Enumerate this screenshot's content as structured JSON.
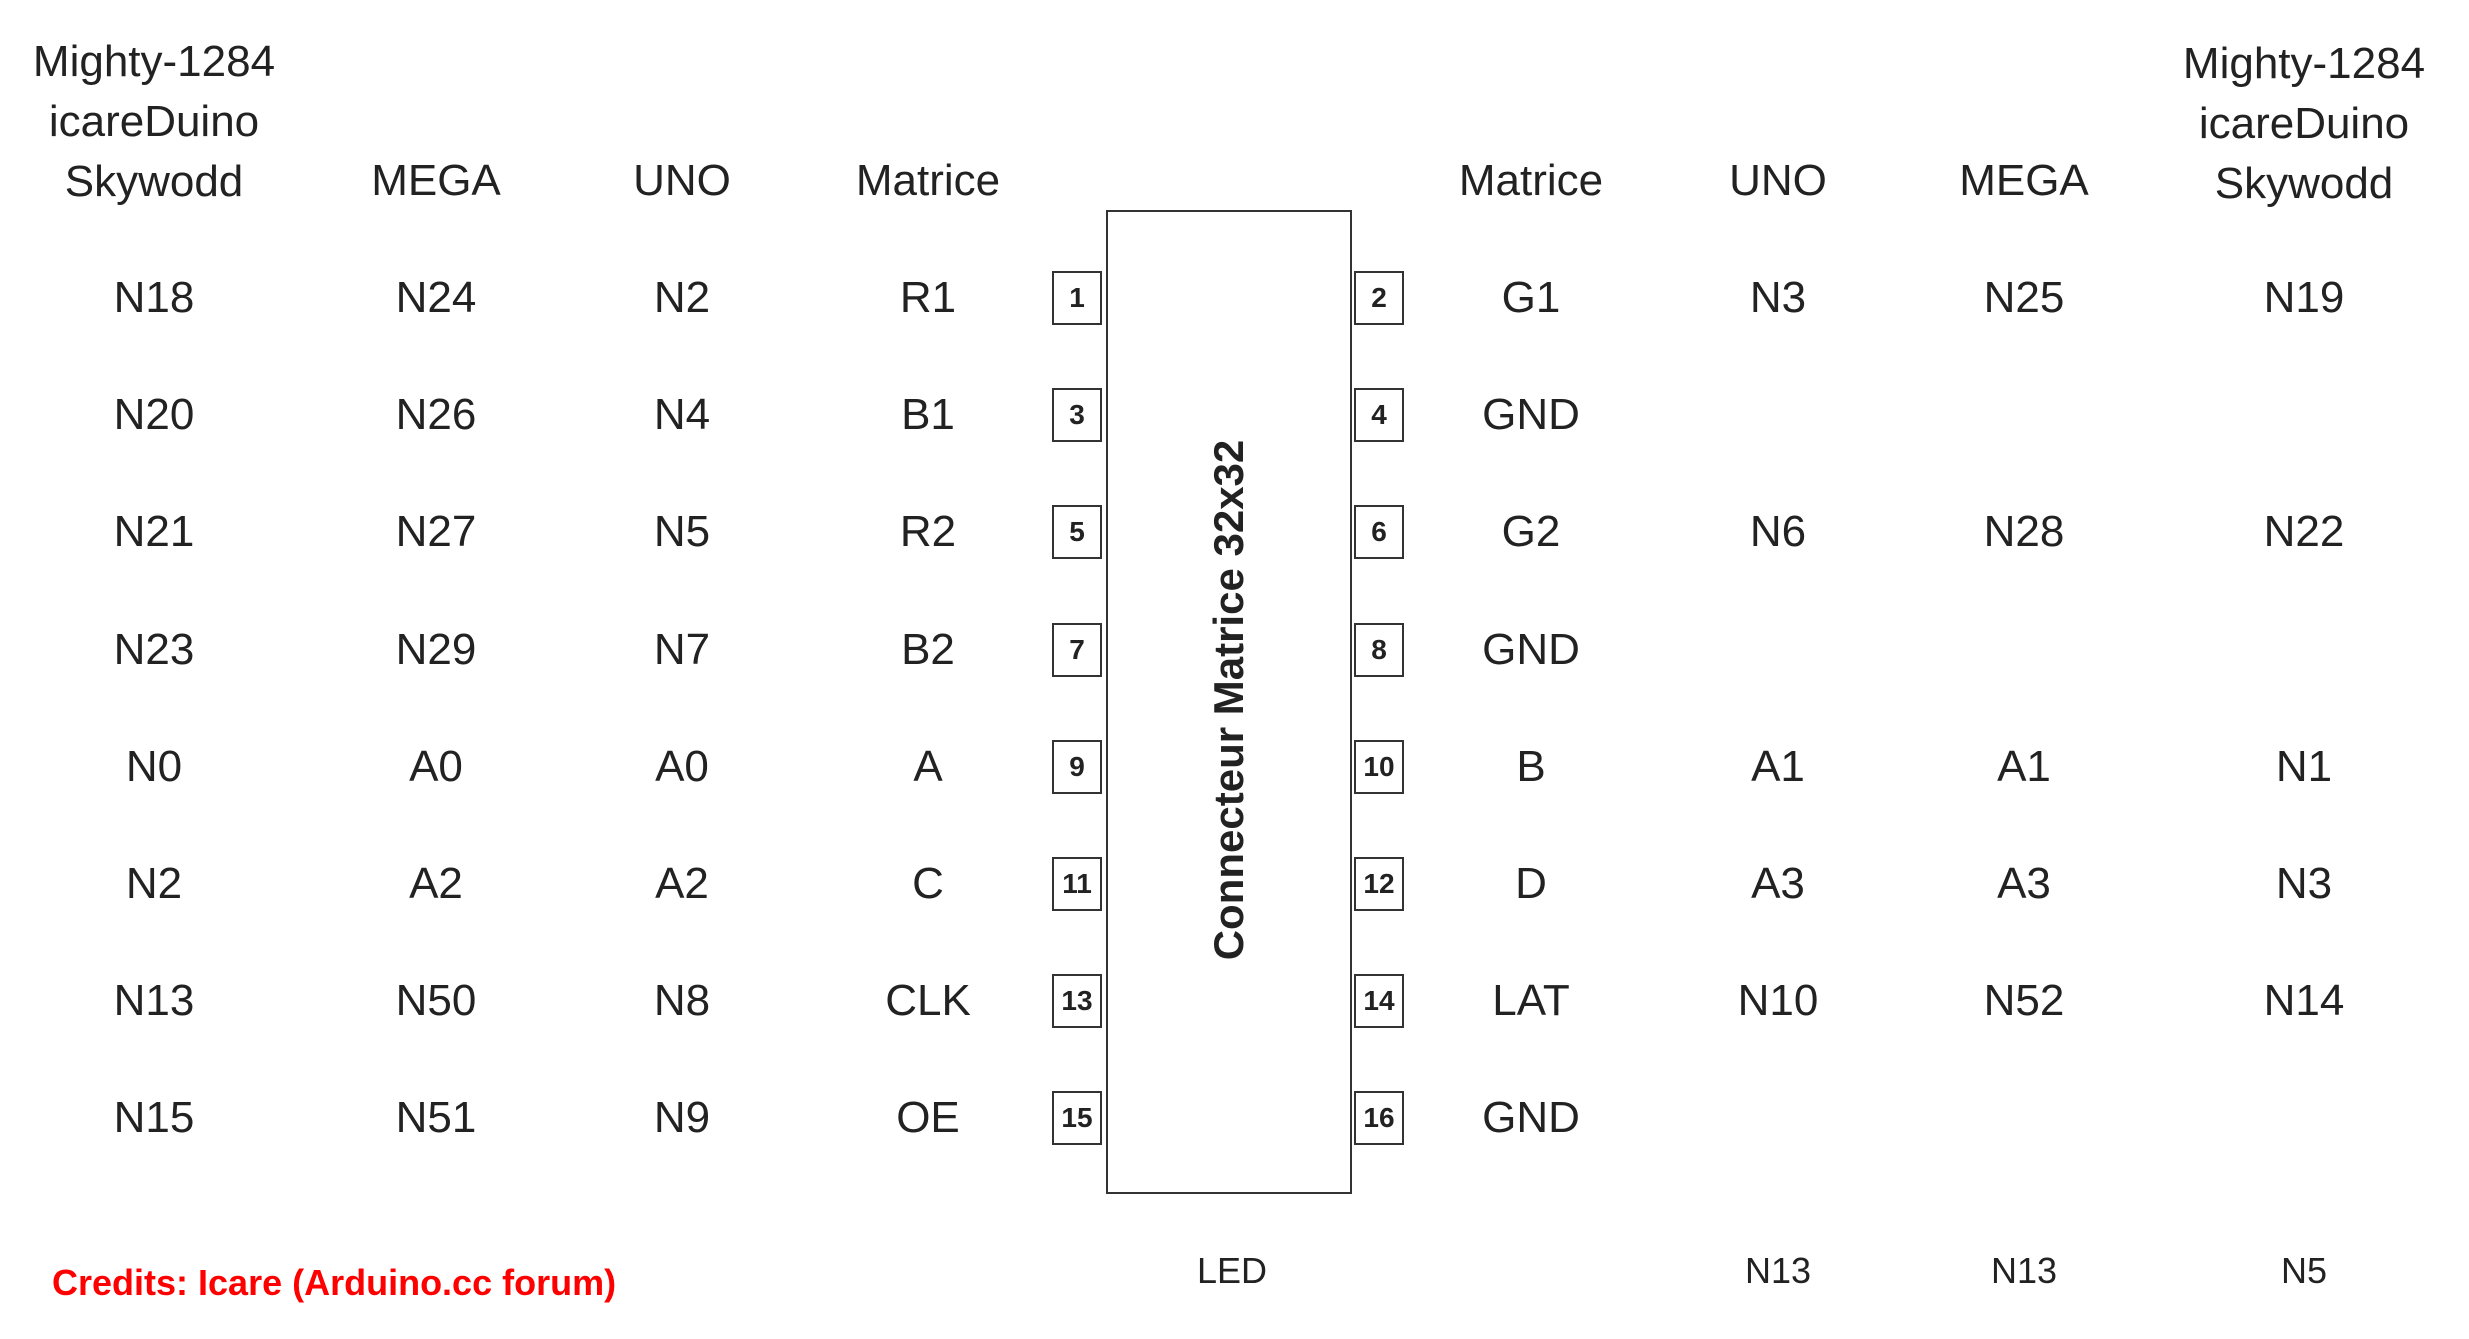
{
  "left_headers": {
    "mighty": [
      "Mighty-1284",
      "icareDuino",
      "Skywodd"
    ],
    "mega": "MEGA",
    "uno": "UNO",
    "matrice": "Matrice"
  },
  "right_headers": {
    "matrice": "Matrice",
    "uno": "UNO",
    "mega": "MEGA",
    "mighty": [
      "Mighty-1284",
      "icareDuino",
      "Skywodd"
    ]
  },
  "connector_label": "Connecteur Matrice 32x32",
  "rows": [
    {
      "l_mighty": "N18",
      "l_mega": "N24",
      "l_uno": "N2",
      "l_sig": "R1",
      "l_pin": "1",
      "r_pin": "2",
      "r_sig": "G1",
      "r_uno": "N3",
      "r_mega": "N25",
      "r_mighty": "N19"
    },
    {
      "l_mighty": "N20",
      "l_mega": "N26",
      "l_uno": "N4",
      "l_sig": "B1",
      "l_pin": "3",
      "r_pin": "4",
      "r_sig": "GND",
      "r_uno": "",
      "r_mega": "",
      "r_mighty": ""
    },
    {
      "l_mighty": "N21",
      "l_mega": "N27",
      "l_uno": "N5",
      "l_sig": "R2",
      "l_pin": "5",
      "r_pin": "6",
      "r_sig": "G2",
      "r_uno": "N6",
      "r_mega": "N28",
      "r_mighty": "N22"
    },
    {
      "l_mighty": "N23",
      "l_mega": "N29",
      "l_uno": "N7",
      "l_sig": "B2",
      "l_pin": "7",
      "r_pin": "8",
      "r_sig": "GND",
      "r_uno": "",
      "r_mega": "",
      "r_mighty": ""
    },
    {
      "l_mighty": "N0",
      "l_mega": "A0",
      "l_uno": "A0",
      "l_sig": "A",
      "l_pin": "9",
      "r_pin": "10",
      "r_sig": "B",
      "r_uno": "A1",
      "r_mega": "A1",
      "r_mighty": "N1"
    },
    {
      "l_mighty": "N2",
      "l_mega": "A2",
      "l_uno": "A2",
      "l_sig": "C",
      "l_pin": "11",
      "r_pin": "12",
      "r_sig": "D",
      "r_uno": "A3",
      "r_mega": "A3",
      "r_mighty": "N3"
    },
    {
      "l_mighty": "N13",
      "l_mega": "N50",
      "l_uno": "N8",
      "l_sig": "CLK",
      "l_pin": "13",
      "r_pin": "14",
      "r_sig": "LAT",
      "r_uno": "N10",
      "r_mega": "N52",
      "r_mighty": "N14"
    },
    {
      "l_mighty": "N15",
      "l_mega": "N51",
      "l_uno": "N9",
      "l_sig": "OE",
      "l_pin": "15",
      "r_pin": "16",
      "r_sig": "GND",
      "r_uno": "",
      "r_mega": "",
      "r_mighty": ""
    }
  ],
  "led_row": {
    "label": "LED",
    "uno": "N13",
    "mega": "N13",
    "mighty": "N5"
  },
  "credits": "Credits: Icare (Arduino.cc forum)",
  "colors": {
    "credits": "#ff0000"
  }
}
